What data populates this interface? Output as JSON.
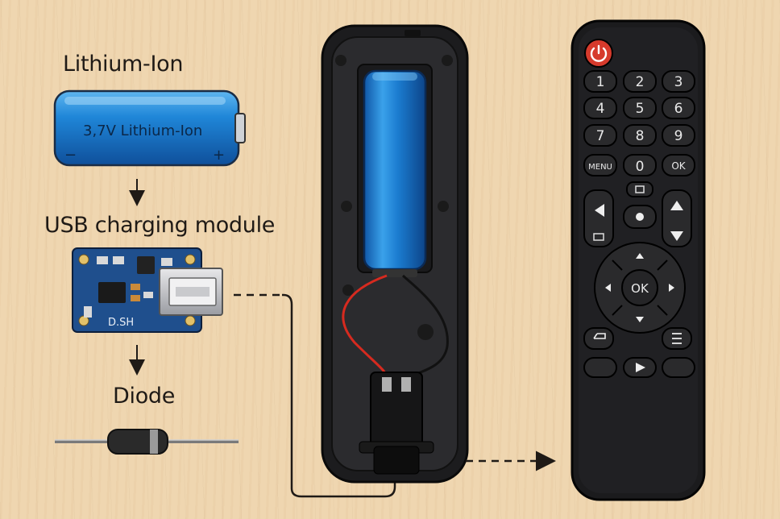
{
  "labels": {
    "battery_heading": "Lithium-Ion",
    "battery_text": "3,7V Lithium-Ion",
    "battery_minus": "−",
    "battery_plus": "+",
    "module_heading": "USB charging module",
    "module_silk": "D.SH",
    "diode_heading": "Diode"
  },
  "remote": {
    "power_icon": "power-icon",
    "numbers": [
      "1",
      "2",
      "3",
      "4",
      "5",
      "6",
      "7",
      "8",
      "9"
    ],
    "menu": "MENU",
    "zero": "0",
    "ok_small": "OK",
    "ok_center": "OK",
    "icons": [
      "left-arrow-icon",
      "record-icon",
      "up-arrow-icon",
      "down-arrow-icon",
      "return-icon",
      "list-icon",
      "play-icon"
    ]
  },
  "colors": {
    "battery_blue": "#1d7fd0",
    "power_red": "#d63a2c",
    "pcb_blue": "#1f4f8d",
    "wire_red": "#d62a1f",
    "remote_body": "#1b1b1d"
  }
}
